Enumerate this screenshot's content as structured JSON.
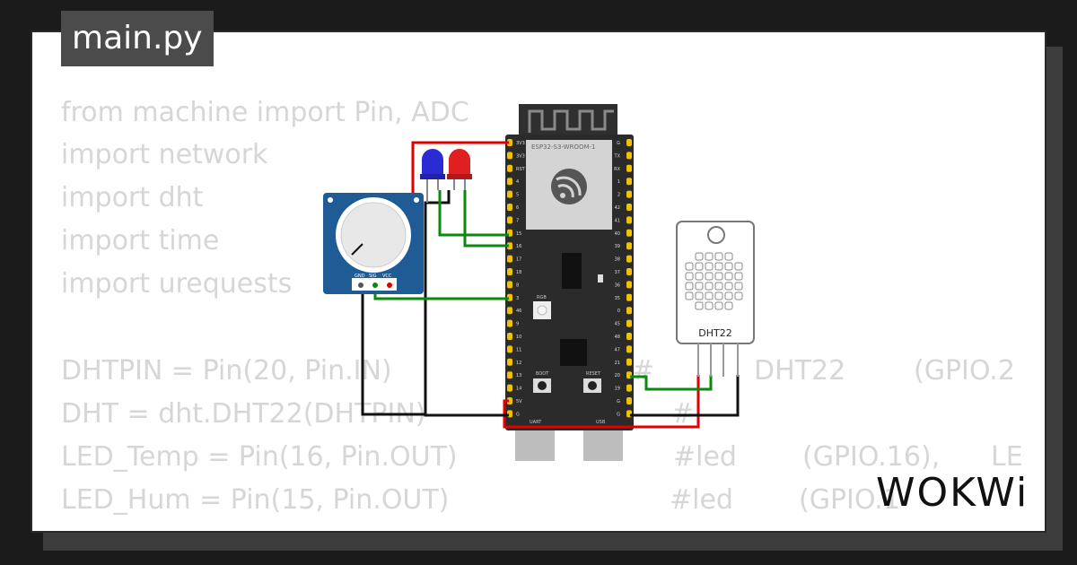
{
  "file_tab": {
    "label": "main.py"
  },
  "code_lines": [
    "from machine import Pin, ADC",
    "import network",
    "import dht",
    "import time",
    "import urequests",
    "DHTPIN = Pin(20, Pin.IN)",
    "DHT = dht.DHT22(DHTPIN)",
    "LED_Temp = Pin(16, Pin.OUT)",
    "LED_Hum = Pin(15, Pin.OUT)"
  ],
  "code_comments": {
    "dhtpin": [
      "#",
      "DHT22",
      "(GPIO.2"
    ],
    "dht": [
      "#"
    ],
    "led_temp": [
      "#led",
      "(GPIO.16),",
      "LE"
    ],
    "led_hum": [
      "#led",
      "(GPIO.1"
    ]
  },
  "board": {
    "module_label": "ESP32-S3-WROOM-1",
    "left_pins": [
      "3V3",
      "3V3",
      "RST",
      "4",
      "5",
      "6",
      "7",
      "15",
      "16",
      "17",
      "18",
      "8",
      "3",
      "46",
      "9",
      "10",
      "11",
      "12",
      "13",
      "14",
      "5V",
      "G"
    ],
    "right_pins": [
      "G",
      "TX",
      "RX",
      "1",
      "2",
      "42",
      "41",
      "40",
      "39",
      "38",
      "37",
      "36",
      "35",
      "0",
      "45",
      "48",
      "47",
      "21",
      "20",
      "19",
      "G",
      "G"
    ],
    "labels": {
      "rgb": "RGB",
      "boot": "BOOT",
      "reset": "RESET",
      "uart": "UART",
      "usb": "USB"
    }
  },
  "potentiometer": {
    "pins": [
      "GND",
      "SIG",
      "VCC"
    ]
  },
  "sensor": {
    "label": "DHT22"
  },
  "leds": [
    {
      "name": "blue-led",
      "color": "#2b2bd6"
    },
    {
      "name": "red-led",
      "color": "#e02020"
    }
  ],
  "wire_colors": {
    "power": "#e00000",
    "ground": "#111111",
    "signal": "#0a8a0a"
  },
  "brand": {
    "logo": "WOKWi"
  }
}
